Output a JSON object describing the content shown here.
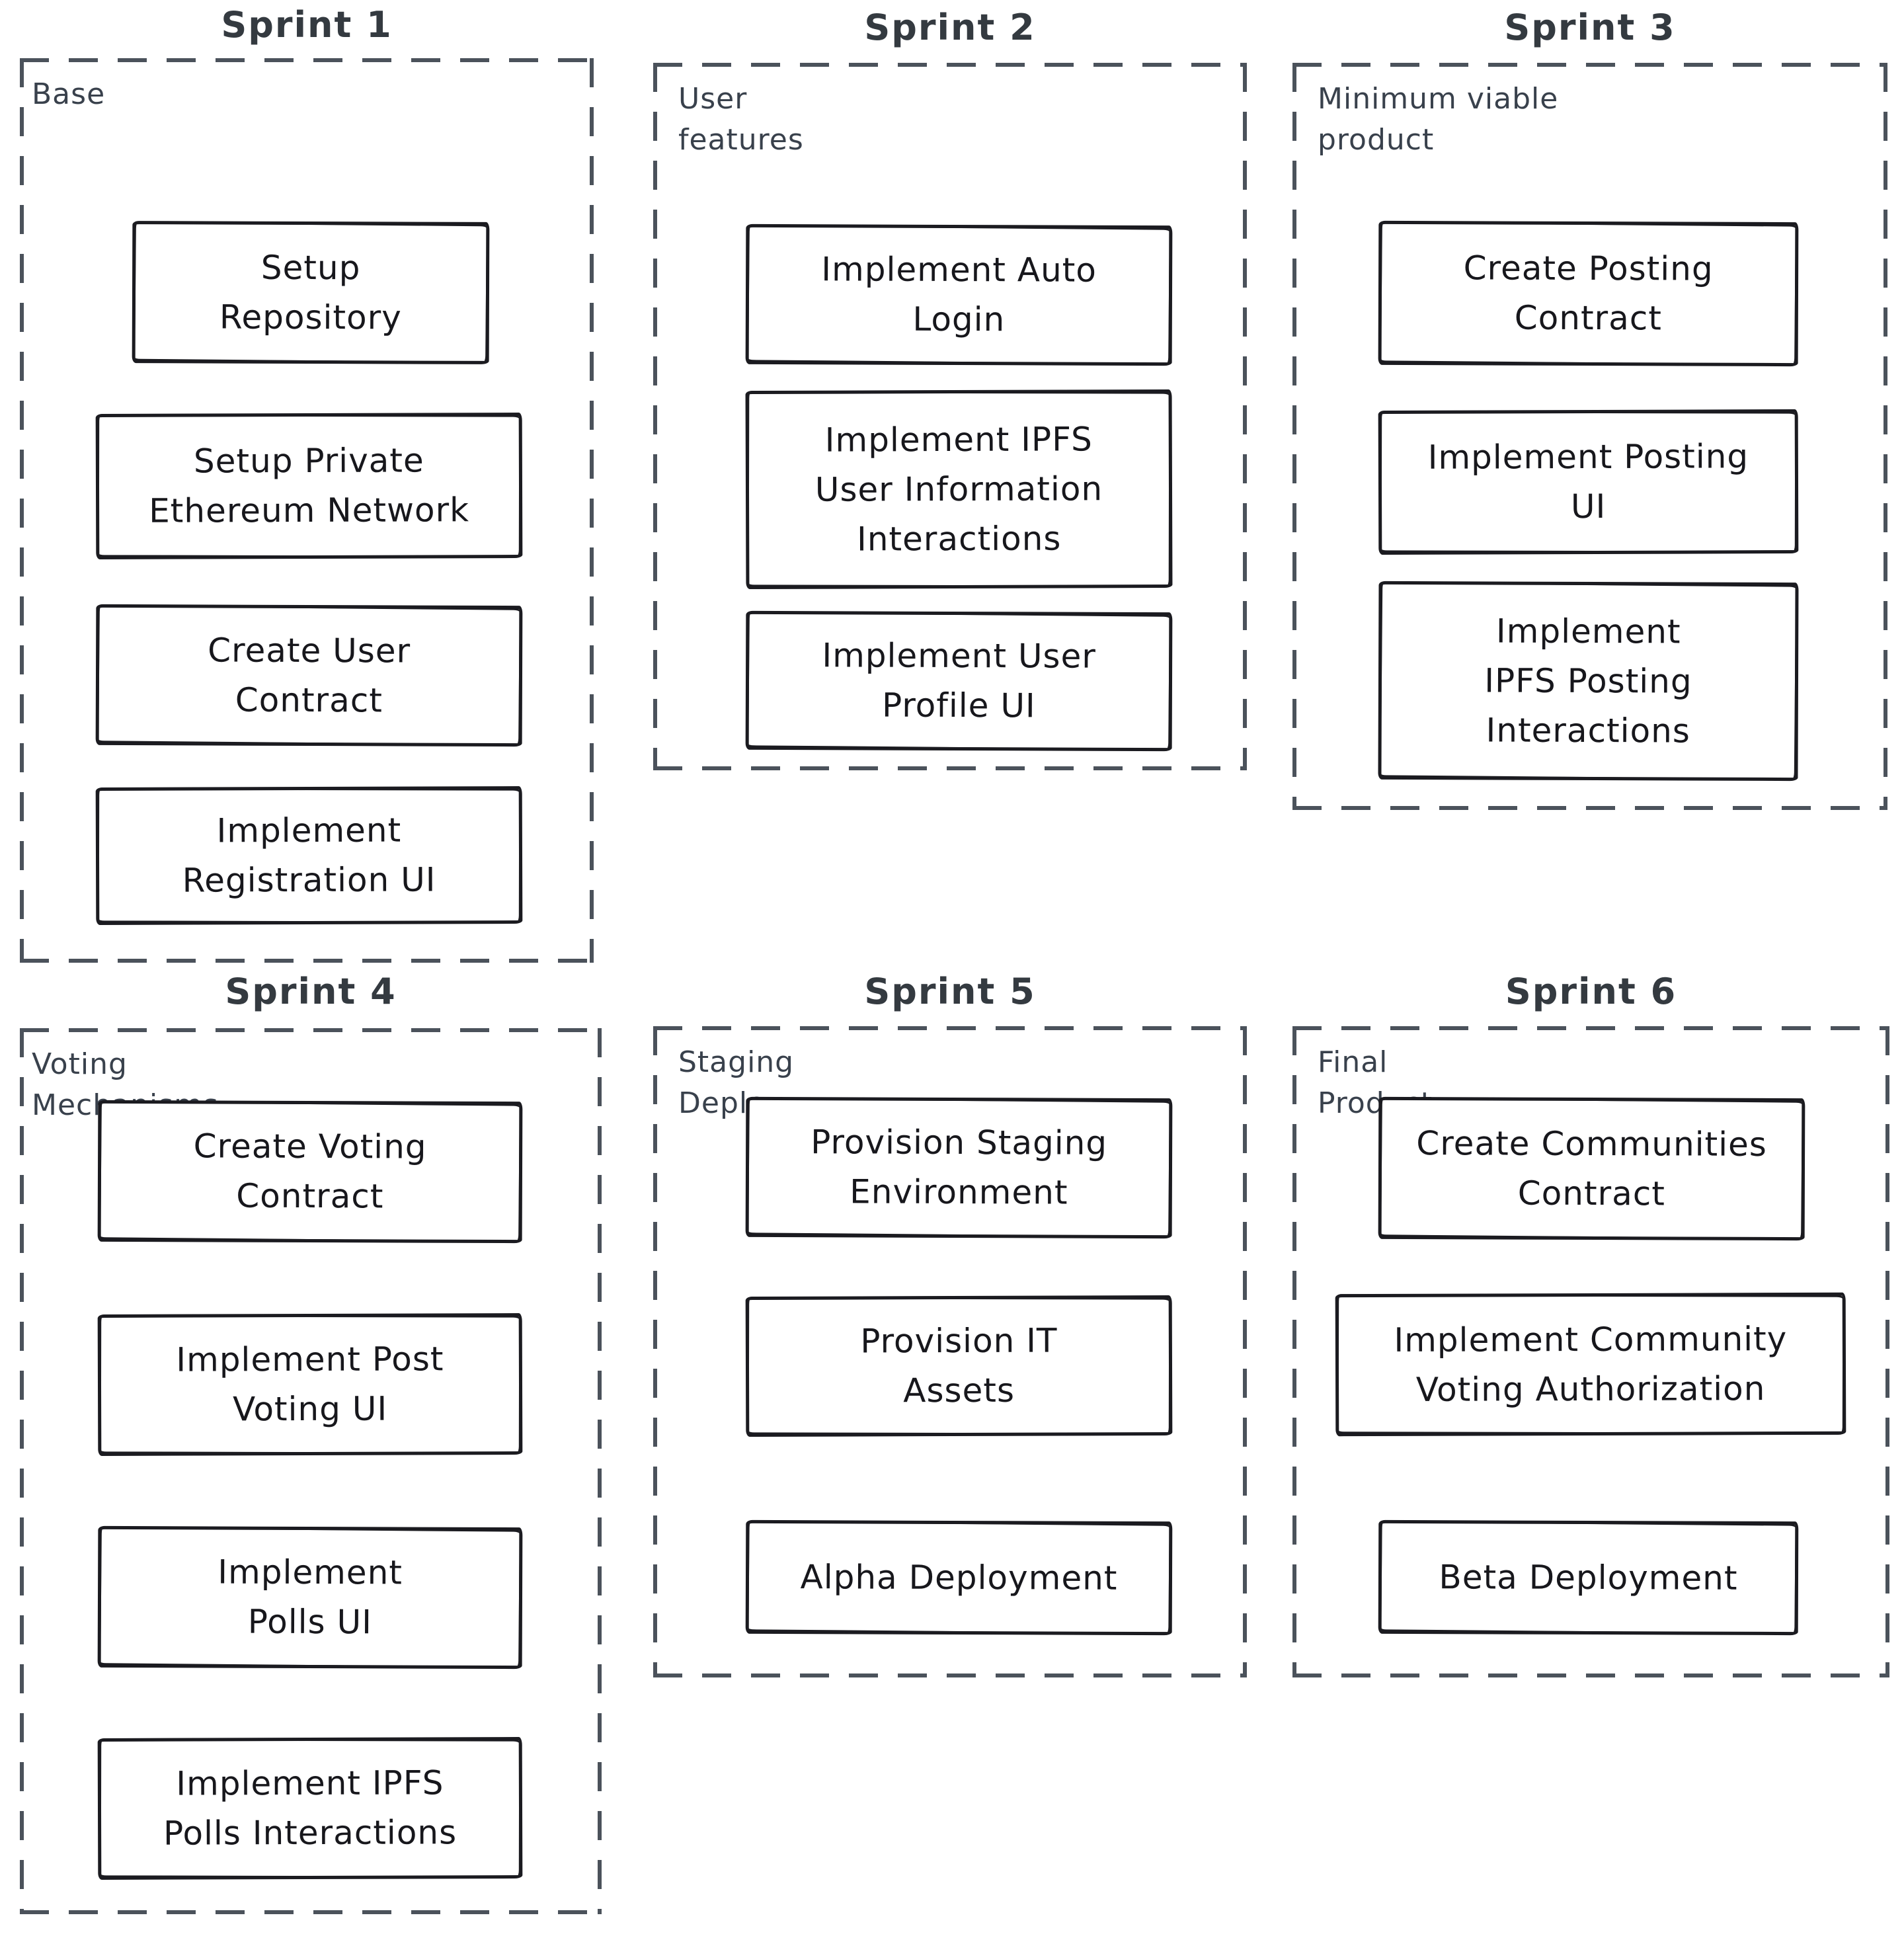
{
  "diagram": {
    "colors": {
      "background": "#ffffff",
      "task_border": "#1b1b20",
      "task_text": "#17171c",
      "container_dash": "#4b525b",
      "title_text": "#343a40",
      "label_text": "#39414c"
    },
    "sprints": [
      {
        "title": "Sprint 1",
        "label": "Base",
        "tasks": [
          {
            "label": "Setup\nRepository"
          },
          {
            "label": "Setup Private\nEthereum Network"
          },
          {
            "label": "Create User\nContract"
          },
          {
            "label": "Implement\nRegistration UI"
          }
        ]
      },
      {
        "title": "Sprint 2",
        "label": "User\nfeatures",
        "tasks": [
          {
            "label": "Implement Auto\nLogin"
          },
          {
            "label": "Implement IPFS\nUser Information\nInteractions"
          },
          {
            "label": "Implement User\nProfile UI"
          }
        ]
      },
      {
        "title": "Sprint 3",
        "label": "Minimum viable\nproduct",
        "tasks": [
          {
            "label": "Create Posting\nContract"
          },
          {
            "label": "Implement Posting\nUI"
          },
          {
            "label": "Implement\nIPFS Posting\nInteractions"
          }
        ]
      },
      {
        "title": "Sprint 4",
        "label": "Voting\nMechanisms",
        "tasks": [
          {
            "label": "Create Voting\nContract"
          },
          {
            "label": "Implement Post\nVoting UI"
          },
          {
            "label": "Implement\nPolls UI"
          },
          {
            "label": "Implement IPFS\nPolls Interactions"
          }
        ]
      },
      {
        "title": "Sprint 5",
        "label": "Staging\nDeploy",
        "tasks": [
          {
            "label": "Provision Staging\nEnvironment"
          },
          {
            "label": "Provision IT\nAssets"
          },
          {
            "label": "Alpha Deployment"
          }
        ]
      },
      {
        "title": "Sprint 6",
        "label": "Final\nProduct",
        "tasks": [
          {
            "label": "Create Communities\nContract"
          },
          {
            "label": "Implement Community\nVoting Authorization"
          },
          {
            "label": "Beta Deployment"
          }
        ]
      }
    ]
  }
}
